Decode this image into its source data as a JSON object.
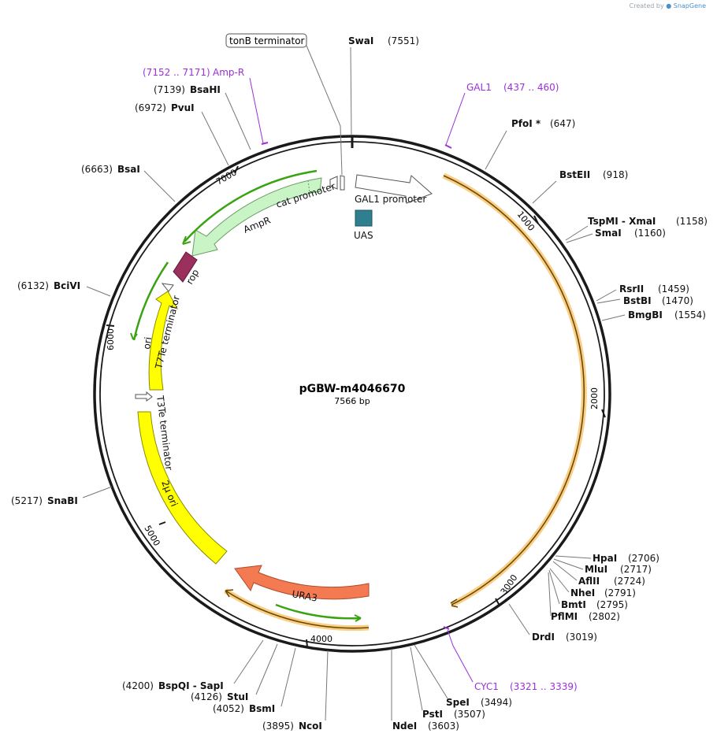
{
  "credit": {
    "prefix": "Created by",
    "brand": "SnapGene"
  },
  "plasmid": {
    "name": "pGBW-m4046670",
    "length_label": "7566 bp",
    "length": 7566
  },
  "ticks": [
    "1000",
    "2000",
    "3000",
    "4000",
    "5000",
    "6000",
    "7000"
  ],
  "enzymes": [
    {
      "name": "SwaI",
      "pos": "(7551)"
    },
    {
      "name": "PfoI *",
      "pos": "(647)"
    },
    {
      "name": "BstEII",
      "pos": "(918)"
    },
    {
      "name": "TspMI  - XmaI",
      "pos": "(1158)"
    },
    {
      "name": "SmaI",
      "pos": "(1160)"
    },
    {
      "name": "RsrII",
      "pos": "(1459)"
    },
    {
      "name": "BstBI",
      "pos": "(1470)"
    },
    {
      "name": "BmgBI",
      "pos": "(1554)"
    },
    {
      "name": "HpaI",
      "pos": "(2706)"
    },
    {
      "name": "MluI",
      "pos": "(2717)"
    },
    {
      "name": "AflII",
      "pos": "(2724)"
    },
    {
      "name": "NheI",
      "pos": "(2791)"
    },
    {
      "name": "BmtI",
      "pos": "(2795)"
    },
    {
      "name": "PflMI",
      "pos": "(2802)"
    },
    {
      "name": "DrdI",
      "pos": "(3019)"
    },
    {
      "name": "SpeI",
      "pos": "(3494)"
    },
    {
      "name": "PstI",
      "pos": "(3507)"
    },
    {
      "name": "NdeI",
      "pos": "(3603)"
    },
    {
      "name": "NcoI",
      "pos": "(3895)"
    },
    {
      "name": "BsmI",
      "pos": "(4052)"
    },
    {
      "name": "StuI",
      "pos": "(4126)"
    },
    {
      "name": "BspQI  - SapI",
      "pos": "(4200)"
    },
    {
      "name": "SnaBI",
      "pos": "(5217)"
    },
    {
      "name": "BciVI",
      "pos": "(6132)"
    },
    {
      "name": "BsaI",
      "pos": "(6663)"
    },
    {
      "name": "PvuI",
      "pos": "(6972)"
    },
    {
      "name": "BsaHI",
      "pos": "(7139)"
    }
  ],
  "primers": [
    {
      "name": "GAL1",
      "range": "(437 .. 460)"
    },
    {
      "name": "CYC1",
      "range": "(3321 .. 3339)"
    },
    {
      "name": "Amp-R",
      "range": "(7152 .. 7171)"
    }
  ],
  "features": {
    "tonB": "tonB terminator",
    "gal1_promoter": "GAL1  promoter",
    "uas": "UAS",
    "cat_promoter": "cat promoter",
    "ampr": "AmpR",
    "rop": "rop",
    "t7te": "T7Te terminator",
    "ori": "ori",
    "t3te": "T3Te terminator",
    "two_mu": "2μ ori",
    "ura3": "URA3"
  },
  "colors": {
    "backbone": "#1a1a1a",
    "orange_feature": "#f5a623",
    "ampr": "#c9f5c6",
    "rop": "#9b2f5e",
    "ori": "#ffff00",
    "ura3": "#f47a52",
    "uas": "#2f7f8f",
    "primer": "#9b30d9",
    "green_arrow": "#3aa312"
  }
}
